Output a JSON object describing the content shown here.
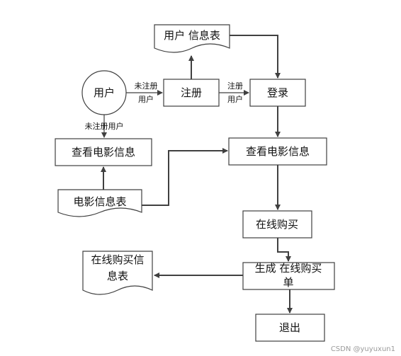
{
  "nodes": {
    "user": "用户",
    "register": "注册",
    "login": "登录",
    "user_info_table": "用户 信息表",
    "view_movie_left": "查看电影信息",
    "view_movie_right": "查看电影信息",
    "movie_info_table": "电影信息表",
    "buy_online": "在线购买",
    "generate_order_line1": "生成 在线购买",
    "generate_order_line2": "单",
    "purchase_table_line1": "在线购买信",
    "purchase_table_line2": "息表",
    "exit": "退出"
  },
  "edge_labels": {
    "unregistered_line1": "未注册",
    "unregistered_line2": "用户",
    "registered_line1": "注册",
    "registered_line2": "用户",
    "unregistered_user": "未注册用户"
  },
  "watermark": "CSDN @yuyuxun1"
}
